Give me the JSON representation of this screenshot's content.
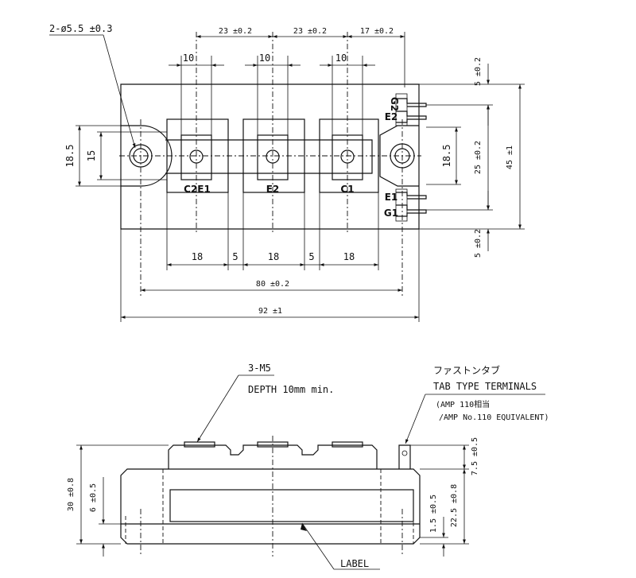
{
  "top_view": {
    "hole_spec": "2-ø5.5 ±0.3",
    "dim_10a": "10",
    "dim_10b": "10",
    "dim_10c": "10",
    "pitch_23a": "23 ±0.2",
    "pitch_23b": "23 ±0.2",
    "pitch_17": "17 ±0.2",
    "dim_5_top": "5 ±0.2",
    "dim_25": "25 ±0.2",
    "dim_45": "45 ±1",
    "dim_5_bottom": "5 ±0.2",
    "dim_18_5_left": "18.5",
    "dim_15": "15",
    "dim_18_5_right": "18.5",
    "w_18a": "18",
    "w_5a": "5",
    "w_18b": "18",
    "w_5b": "5",
    "w_18c": "18",
    "dim_80": "80 ±0.2",
    "dim_92": "92 ±1",
    "terminal_c2e1": "C2E1",
    "terminal_e2": "E2",
    "terminal_c1": "C1",
    "tab_g2": "G2",
    "tab_e2": "E2",
    "tab_e1": "E1",
    "tab_g1": "G1"
  },
  "side_view": {
    "screw_spec": "3-M5",
    "depth_note": "DEPTH 10mm min.",
    "tab_jp": "ファストンタブ",
    "tab_en": "TAB TYPE TERMINALS",
    "amp_jp": "(AMP 110相当",
    "amp_en": "/AMP No.110 EQUIVALENT)",
    "dim_30": "30 ±0.8",
    "dim_6": "6 ±0.5",
    "dim_7_5": "7.5 ±0.5",
    "dim_22_5": "22.5 ±0.8",
    "dim_1_5": "1.5 ±0.5",
    "label_text": "LABEL"
  }
}
